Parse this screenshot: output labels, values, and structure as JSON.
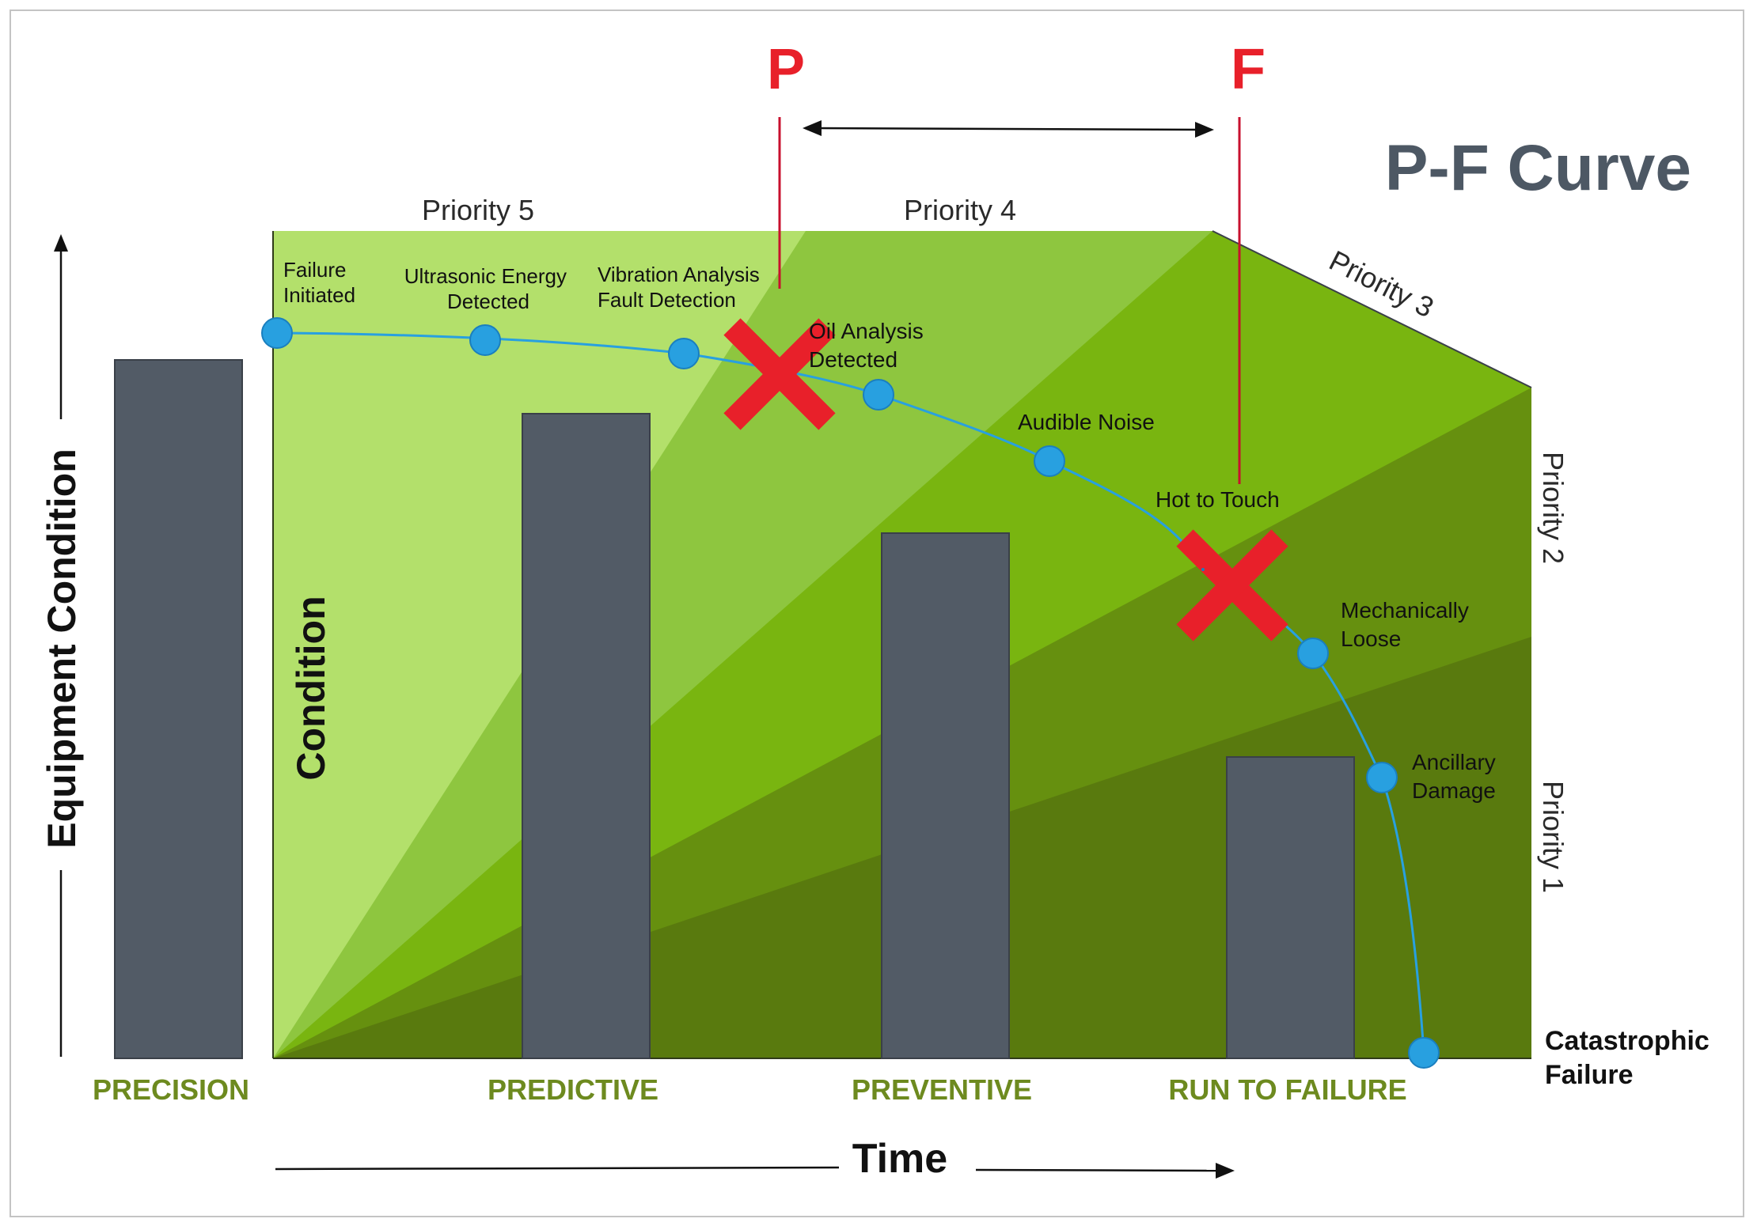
{
  "title": "P-F Curve",
  "markers": {
    "p": "P",
    "f": "F"
  },
  "axes": {
    "y_label": "Equipment Condition",
    "x_label": "Time",
    "inner_label": "Condition"
  },
  "priorities": [
    "Priority 5",
    "Priority 4",
    "Priority 3",
    "Priority 2",
    "Priority 1"
  ],
  "categories": [
    "PRECISION",
    "PREDICTIVE",
    "PREVENTIVE",
    "RUN TO FAILURE"
  ],
  "curve_points": [
    {
      "label": [
        "Failure",
        "Initiated"
      ]
    },
    {
      "label": [
        "Ultrasonic Energy",
        "Detected"
      ]
    },
    {
      "label": [
        "Vibration Analysis",
        "Fault Detection"
      ]
    },
    {
      "label": [
        "Oil Analysis",
        "Detected"
      ]
    },
    {
      "label": [
        "Audible Noise"
      ]
    },
    {
      "label": [
        "Hot to Touch"
      ]
    },
    {
      "label": [
        "Mechanically",
        "Loose"
      ]
    },
    {
      "label": [
        "Ancillary",
        "Damage"
      ]
    },
    {
      "label": [
        "Catastrophic",
        "Failure"
      ]
    }
  ],
  "colors": {
    "zone5": "#b3e06b",
    "zone4": "#8ec63f",
    "zone3": "#79b510",
    "zone2": "#66900f",
    "zone1": "#597a0e",
    "bar": "#525b66",
    "curve": "#28a0e0",
    "marker_red": "#e8202a",
    "title": "#4d5864",
    "category_text": "#6d8a1f"
  }
}
